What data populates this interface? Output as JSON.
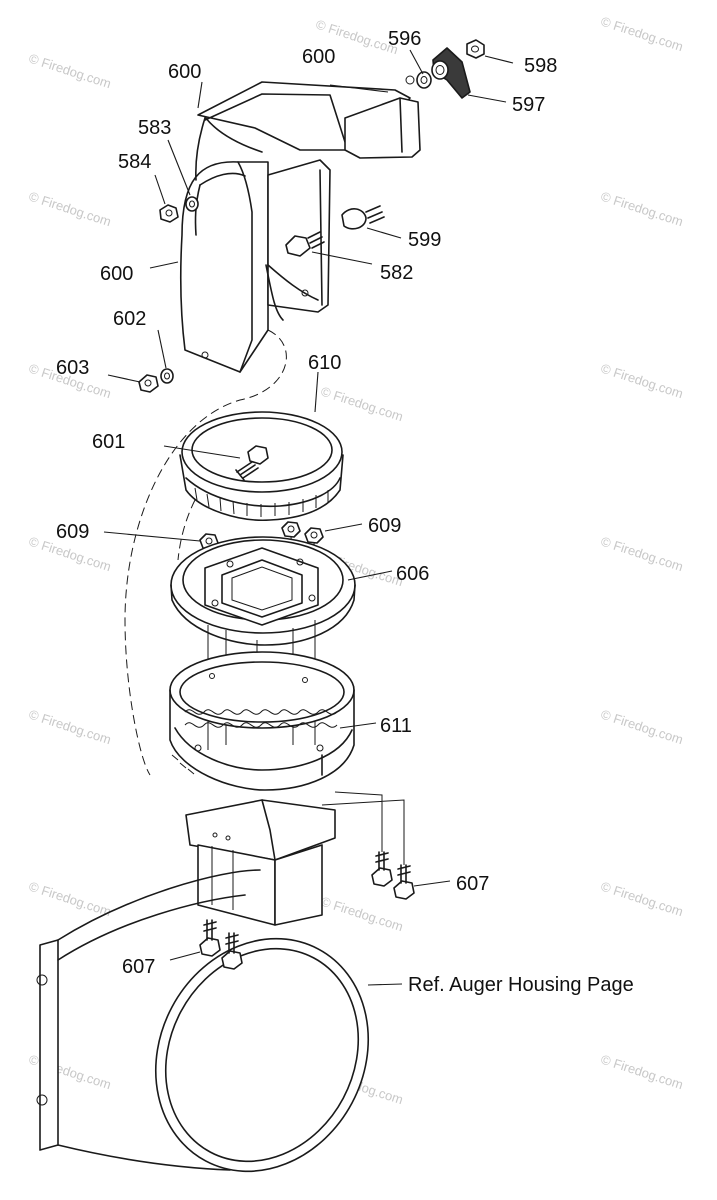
{
  "labels": {
    "l600a": "600",
    "l600b": "600",
    "l596": "596",
    "l598": "598",
    "l597": "597",
    "l583": "583",
    "l584": "584",
    "l599": "599",
    "l582": "582",
    "l600c": "600",
    "l602": "602",
    "l603": "603",
    "l610": "610",
    "l601": "601",
    "l609a": "609",
    "l609b": "609",
    "l606": "606",
    "l611": "611",
    "l607a": "607",
    "l607b": "607",
    "ref": "Ref. Auger Housing Page"
  },
  "watermark": "© Firedog.com",
  "colors": {
    "line": "#1a1a1a",
    "watermark": "#c8c8c8",
    "background": "#ffffff"
  }
}
